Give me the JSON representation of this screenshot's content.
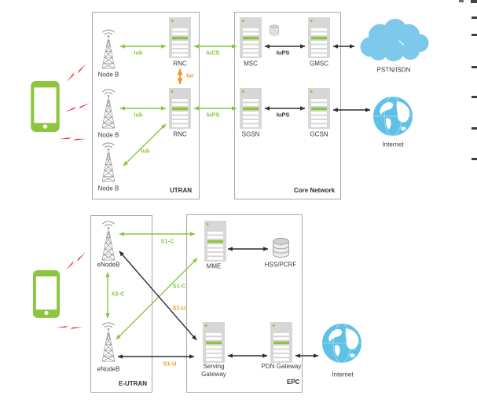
{
  "top": {
    "boxes": {
      "utran": "UTRAN",
      "core": "Core Network"
    },
    "nodes": {
      "nodeb1": "Node B",
      "nodeb2": "Node B",
      "nodeb3": "Node B",
      "rnc1": "RNC",
      "rnc2": "RNC",
      "msc": "MSC",
      "gmsc": "GMSC",
      "sgsn": "SGSN",
      "gcsn": "GCSN",
      "pstn": "PSTN/ISDN",
      "internet": "Internet"
    },
    "links": {
      "iub1": "Iub",
      "iub2": "Iub",
      "iub3": "Iub",
      "iucs": "IuCS",
      "iups_rnc_sgsn": "IuPS",
      "iups_msc_gmsc": "IuPS",
      "iups_sgsn_gcsn": "IuPS",
      "iur": "Iur"
    }
  },
  "bottom": {
    "boxes": {
      "eutran": "E-UTRAN",
      "epc": "EPC"
    },
    "nodes": {
      "enodeb1": "eNodeB",
      "enodeb2": "eNodeB",
      "mme": "MME",
      "hss": "HSS/PCRF",
      "serving_gw": "Serving Gateway",
      "pdn_gw": "PDN Gateway",
      "internet": "Internet"
    },
    "links": {
      "s1c_top": "S1-C",
      "s1c_diag": "S1-C",
      "s1u_diag": "S1-U",
      "s1u_bottom": "S1-U",
      "x2c": "X2-C"
    }
  },
  "icons": {
    "phone": "smartphone-icon",
    "tower": "radio-tower-icon",
    "server": "server-icon",
    "database": "database-cylinder-icon",
    "cloud": "cloud-icon",
    "globe": "globe-icon",
    "bolt": "lightning-bolt-icon"
  },
  "colors": {
    "green": "#8CC63E",
    "orange": "#F7941E",
    "red": "#E2242F",
    "blue": "#7EC9EB",
    "arrow_black": "#2F2F2F",
    "server_gray": "#D7D7D7"
  }
}
